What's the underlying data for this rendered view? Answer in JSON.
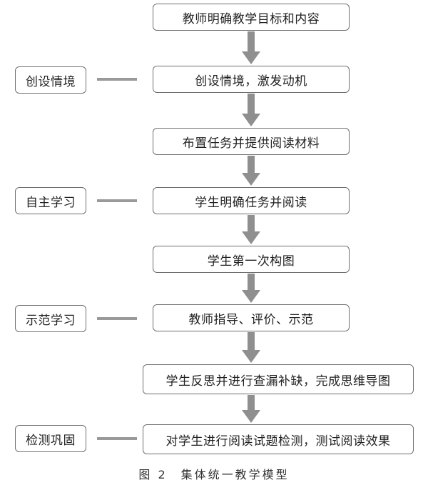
{
  "steps": [
    "教师明确教学目标和内容",
    "创设情境，激发动机",
    "布置任务并提供阅读材料",
    "学生明确任务并阅读",
    "学生第一次构图",
    "教师指导、评价、示范",
    "学生反思并进行查漏补缺，完成思维导图",
    "对学生进行阅读试题检测，测试阅读效果"
  ],
  "stages": [
    "创设情境",
    "自主学习",
    "示范学习",
    "检测巩固"
  ],
  "caption": "图 2　集体统一教学模型",
  "colors": {
    "border": "#6f6f6f",
    "arrow": "#8f8f8f",
    "connector": "#9a9a9a"
  }
}
